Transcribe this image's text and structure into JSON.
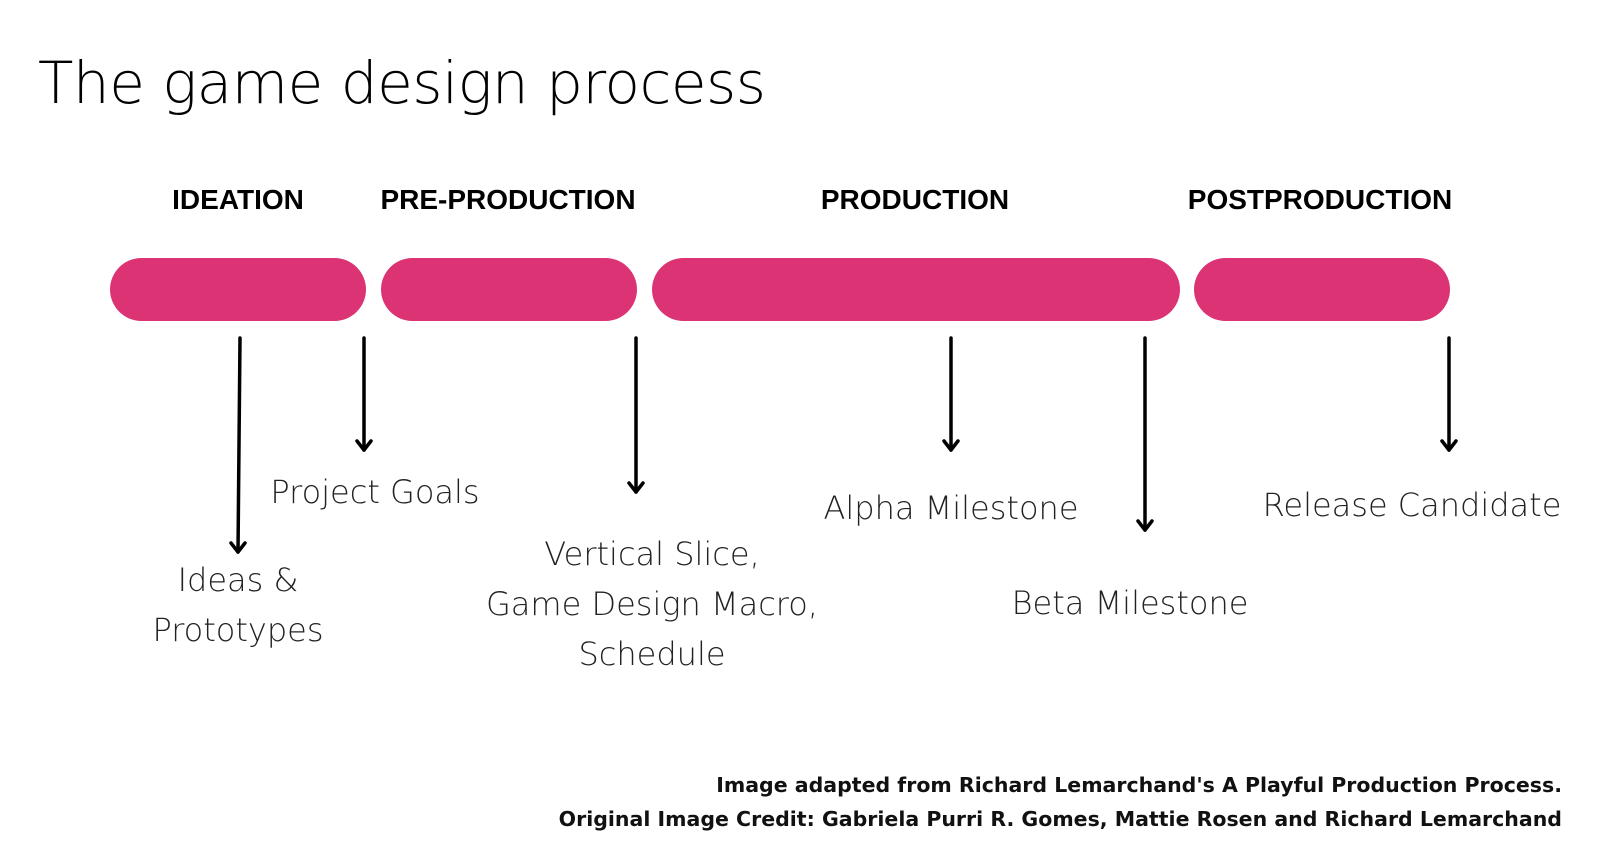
{
  "title": "The game design process",
  "accent_color": "#dc3374",
  "phases": [
    {
      "label": "IDEATION"
    },
    {
      "label": "PRE-PRODUCTION"
    },
    {
      "label": "PRODUCTION"
    },
    {
      "label": "POSTPRODUCTION"
    }
  ],
  "deliverables": [
    {
      "lines": [
        "Ideas &",
        "Prototypes"
      ]
    },
    {
      "lines": [
        "Project Goals"
      ]
    },
    {
      "lines": [
        "Vertical Slice,",
        "Game Design Macro,",
        "Schedule"
      ]
    },
    {
      "lines": [
        "Alpha Milestone"
      ]
    },
    {
      "lines": [
        "Beta Milestone"
      ]
    },
    {
      "lines": [
        "Release Candidate"
      ]
    }
  ],
  "credit": {
    "line1": "Image adapted from Richard Lemarchand's A Playful Production Process.",
    "line2": "Original Image Credit: Gabriela Purri R. Gomes, Mattie Rosen and Richard Lemarchand"
  }
}
